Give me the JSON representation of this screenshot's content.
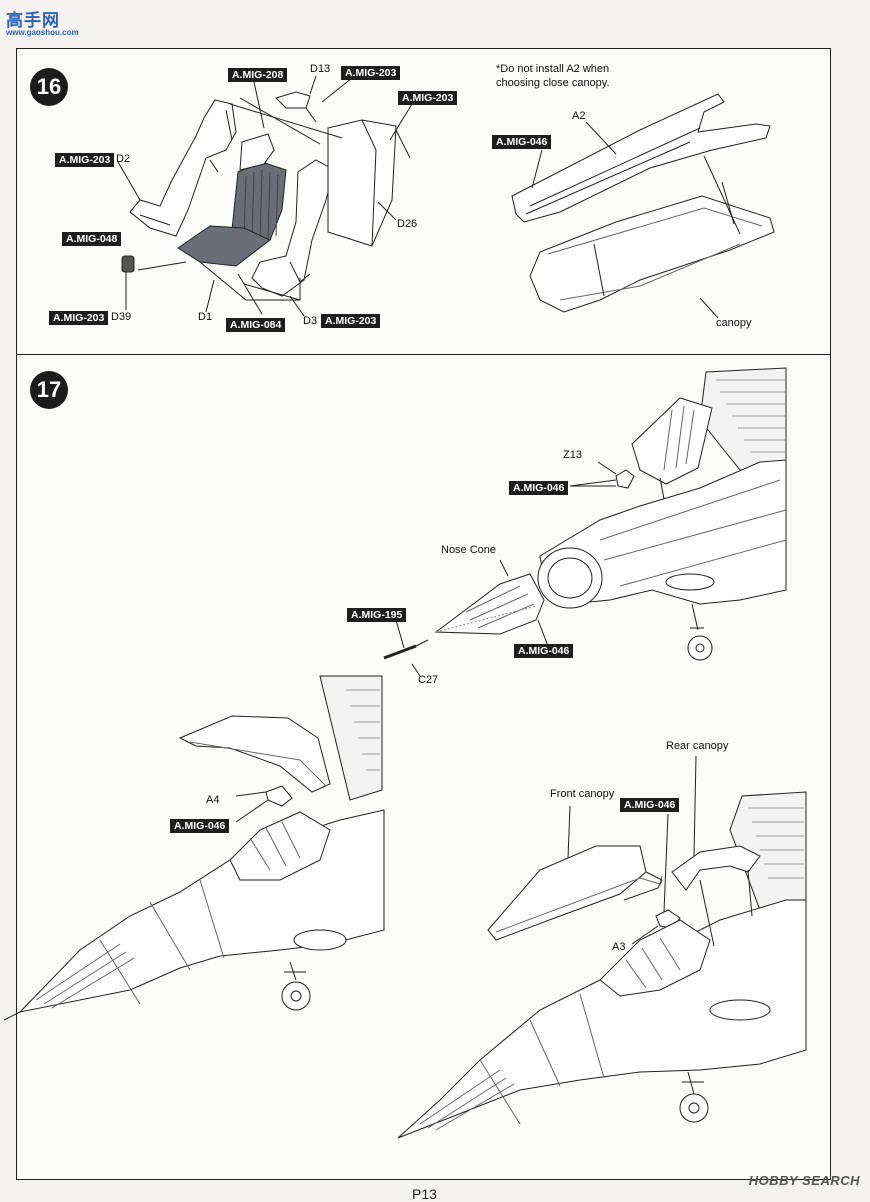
{
  "header": {
    "logo_text": "高手网",
    "logo_url": "www.gaoshou.com"
  },
  "step16": {
    "number": "16",
    "note": "*Do not install A2 when\nchoosing close canopy.",
    "tags": [
      "A.MIG-208",
      "A.MIG-203",
      "A.MIG-203",
      "A.MIG-203",
      "A.MIG-048",
      "A.MIG-203",
      "A.MIG-084",
      "A.MIG-203",
      "A.MIG-046"
    ],
    "parts": [
      "D13",
      "D2",
      "D26",
      "D39",
      "D1",
      "D3",
      "A2",
      "canopy"
    ]
  },
  "step17": {
    "number": "17",
    "tags": [
      "A.MIG-046",
      "A.MIG-195",
      "A.MIG-046",
      "A.MIG-046",
      "A.MIG-046"
    ],
    "parts": [
      "Z13",
      "Nose Cone",
      "C27",
      "A4",
      "Rear canopy",
      "Front canopy",
      "A3"
    ]
  },
  "footer": {
    "page": "P13",
    "watermark": "HOBBY SEARCH"
  }
}
